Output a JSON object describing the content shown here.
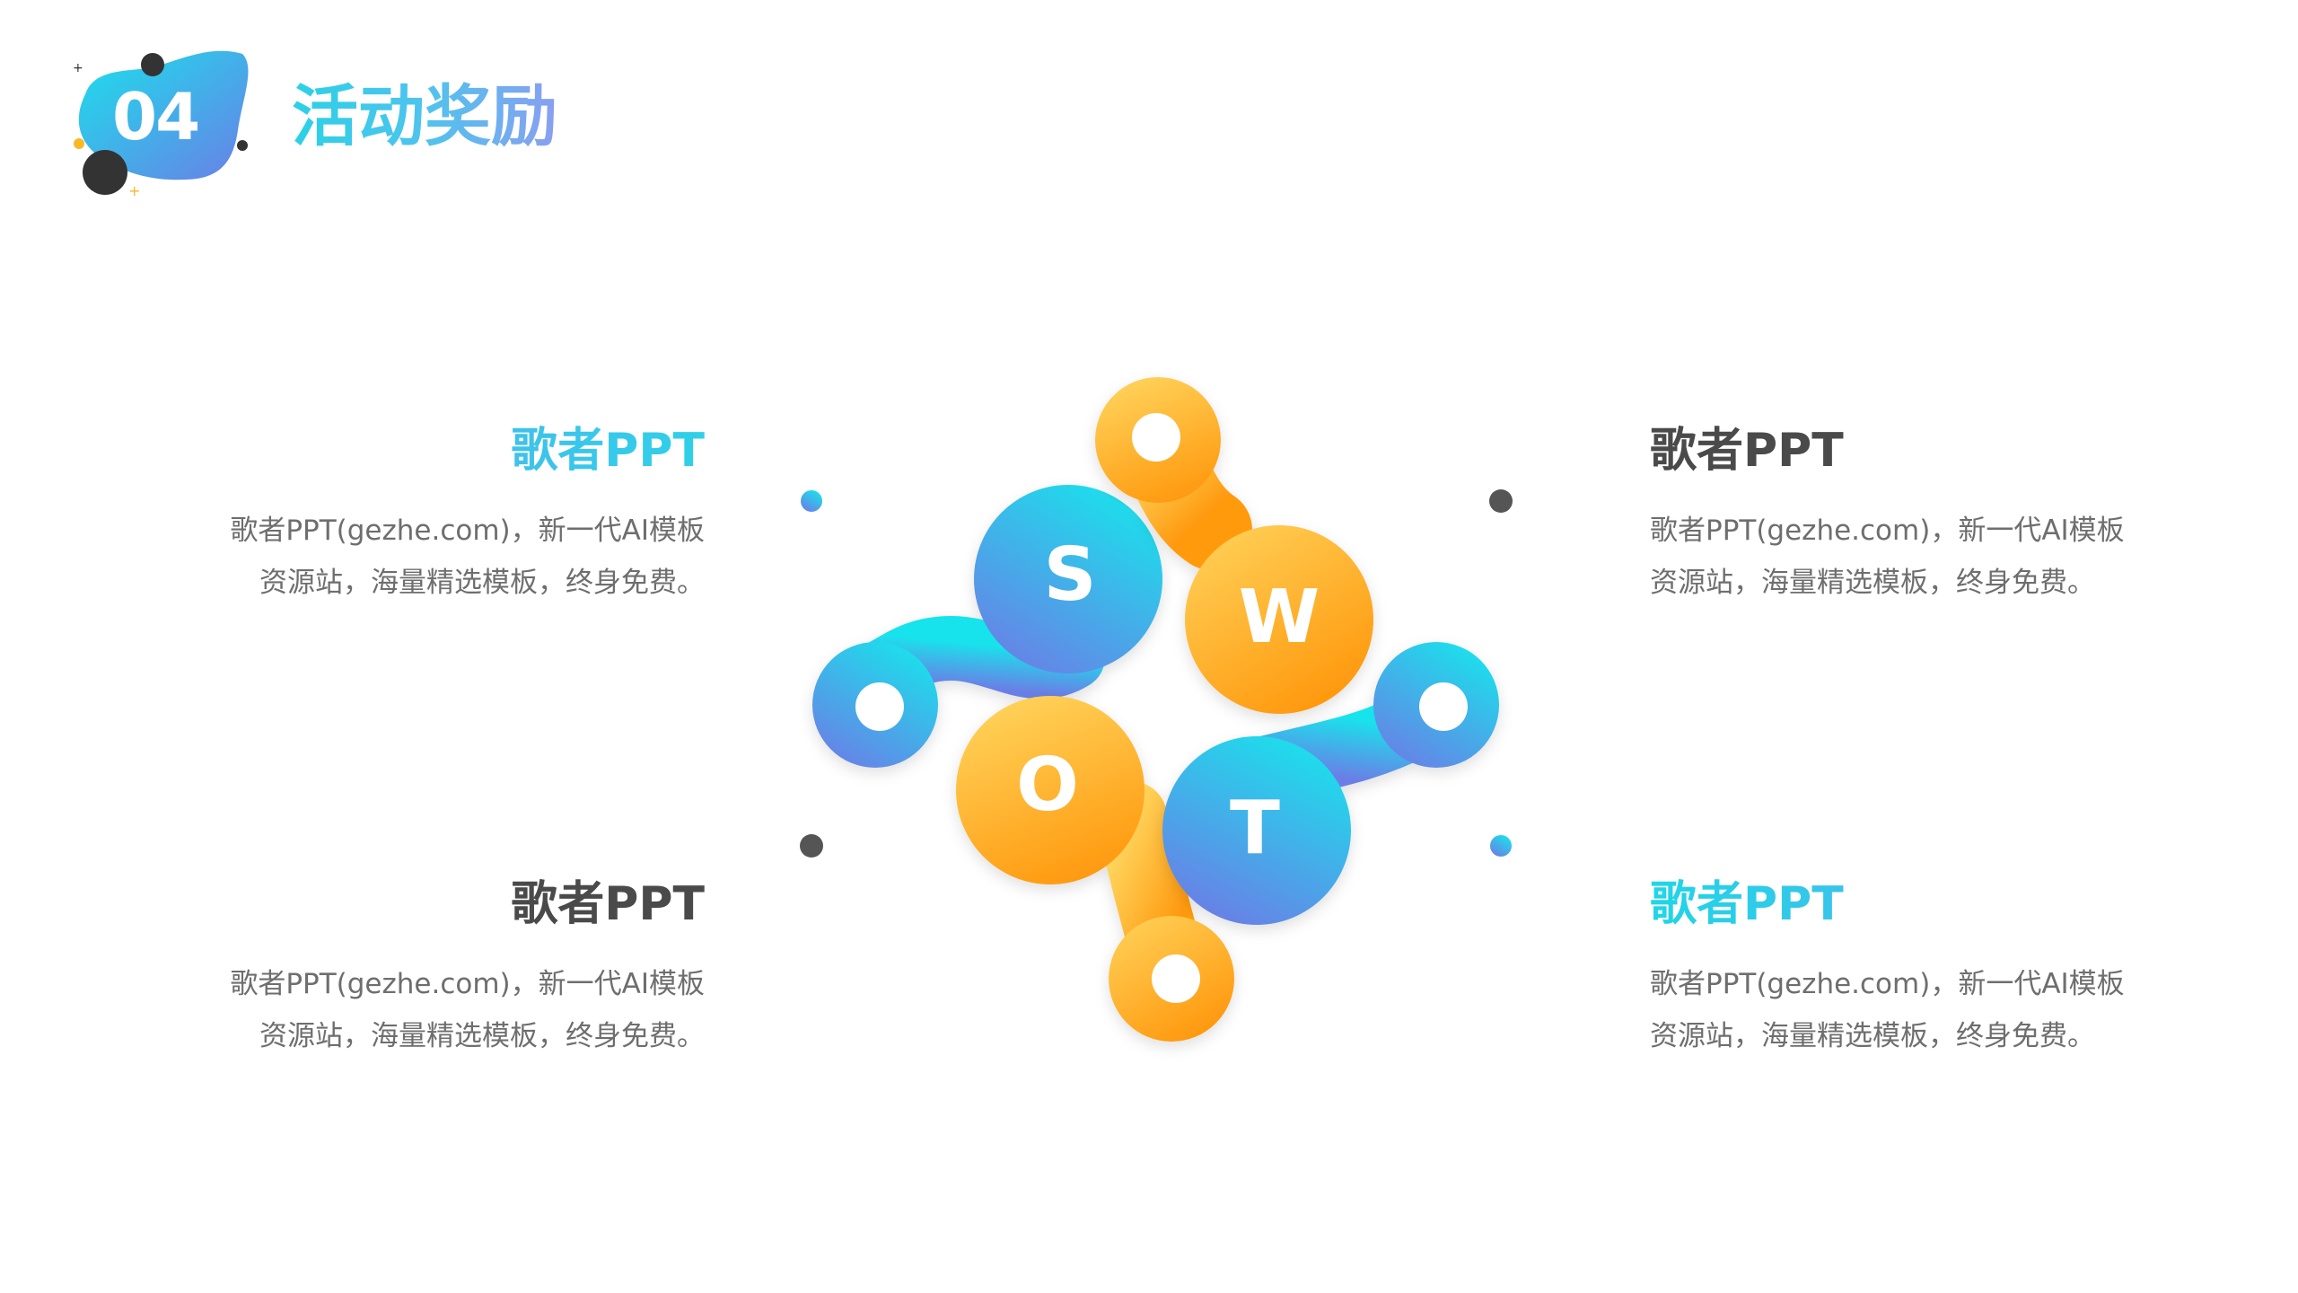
{
  "header": {
    "number": "04",
    "title": "活动奖励"
  },
  "swot": {
    "letters": [
      "S",
      "W",
      "O",
      "T"
    ],
    "colors": {
      "cyan": "#19e3ec",
      "blue": "#6a7fe6",
      "yellow": "#ffd45c",
      "orange": "#ff9a10",
      "dot_dark": "#555555"
    }
  },
  "blocks": [
    {
      "title": "歌者PPT",
      "line1": "歌者PPT(gezhe.com)，新一代AI模板",
      "line2": "资源站，海量精选模板，终身免费。"
    },
    {
      "title": "歌者PPT",
      "line1": "歌者PPT(gezhe.com)，新一代AI模板",
      "line2": "资源站，海量精选模板，终身免费。"
    },
    {
      "title": "歌者PPT",
      "line1": "歌者PPT(gezhe.com)，新一代AI模板",
      "line2": "资源站，海量精选模板，终身免费。"
    },
    {
      "title": "歌者PPT",
      "line1": "歌者PPT(gezhe.com)，新一代AI模板",
      "line2": "资源站，海量精选模板，终身免费。"
    }
  ]
}
